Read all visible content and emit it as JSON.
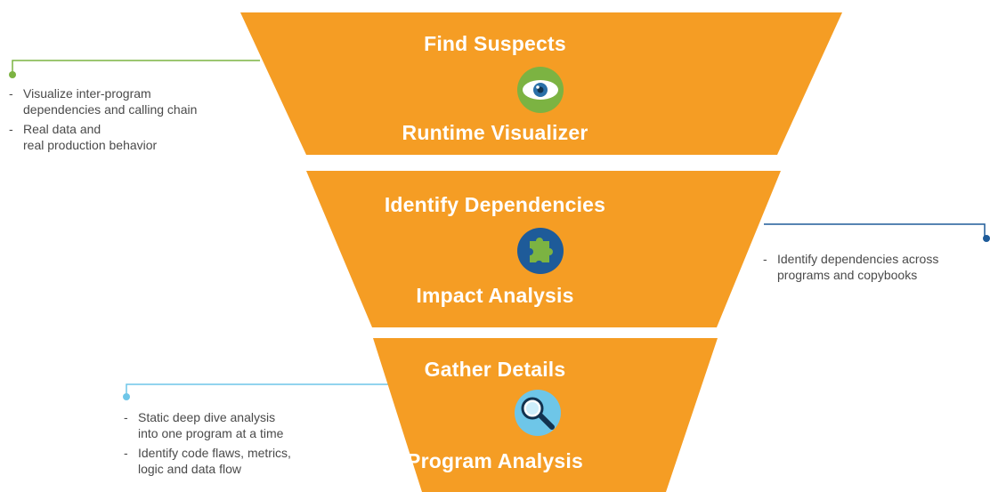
{
  "colors": {
    "funnel": "#f59d24",
    "green_connector": "#7cb342",
    "blue_connector": "#1e5b99",
    "light_blue_connector": "#6ec6e8",
    "note_text": "#4a4a4a"
  },
  "stages": [
    {
      "top_label": "Find Suspects",
      "bottom_label": "Runtime Visualizer",
      "icon": "eye-icon"
    },
    {
      "top_label": "Identify Dependencies",
      "bottom_label": "Impact Analysis",
      "icon": "puzzle-icon"
    },
    {
      "top_label": "Gather Details",
      "bottom_label": "Program Analysis",
      "icon": "magnifier-icon"
    }
  ],
  "notes": {
    "runtime_visualizer": [
      "Visualize inter-program\ndependencies and calling chain",
      "Real data and\nreal production behavior"
    ],
    "impact_analysis": [
      "Identify dependencies across\nprograms and copybooks"
    ],
    "program_analysis": [
      "Static deep dive analysis\ninto one program at a time",
      "Identify code flaws, metrics,\nlogic and data flow"
    ]
  }
}
